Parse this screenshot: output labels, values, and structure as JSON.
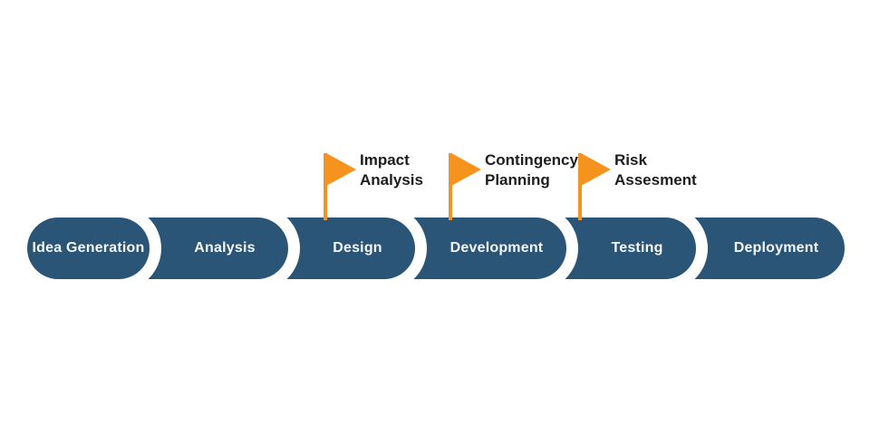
{
  "diagram": {
    "type": "process-timeline",
    "background": "#FFFFFF",
    "colors": {
      "stage_fill": "#2A5577",
      "stage_separator": "#FFFFFF",
      "stage_text": "#F4F7F9",
      "flag_fill": "#F6921E",
      "flag_text": "#1D1D1D"
    },
    "stages": [
      {
        "label": "Idea Generation"
      },
      {
        "label": "Analysis"
      },
      {
        "label": "Design"
      },
      {
        "label": "Development"
      },
      {
        "label": "Testing"
      },
      {
        "label": "Deployment"
      }
    ],
    "milestones": [
      {
        "line1": "Impact",
        "line2": "Analysis",
        "attached_to": "Design"
      },
      {
        "line1": "Contingency",
        "line2": "Planning",
        "attached_to": "Development"
      },
      {
        "line1": "Risk",
        "line2": "Assesment",
        "attached_to": "Testing"
      }
    ]
  }
}
